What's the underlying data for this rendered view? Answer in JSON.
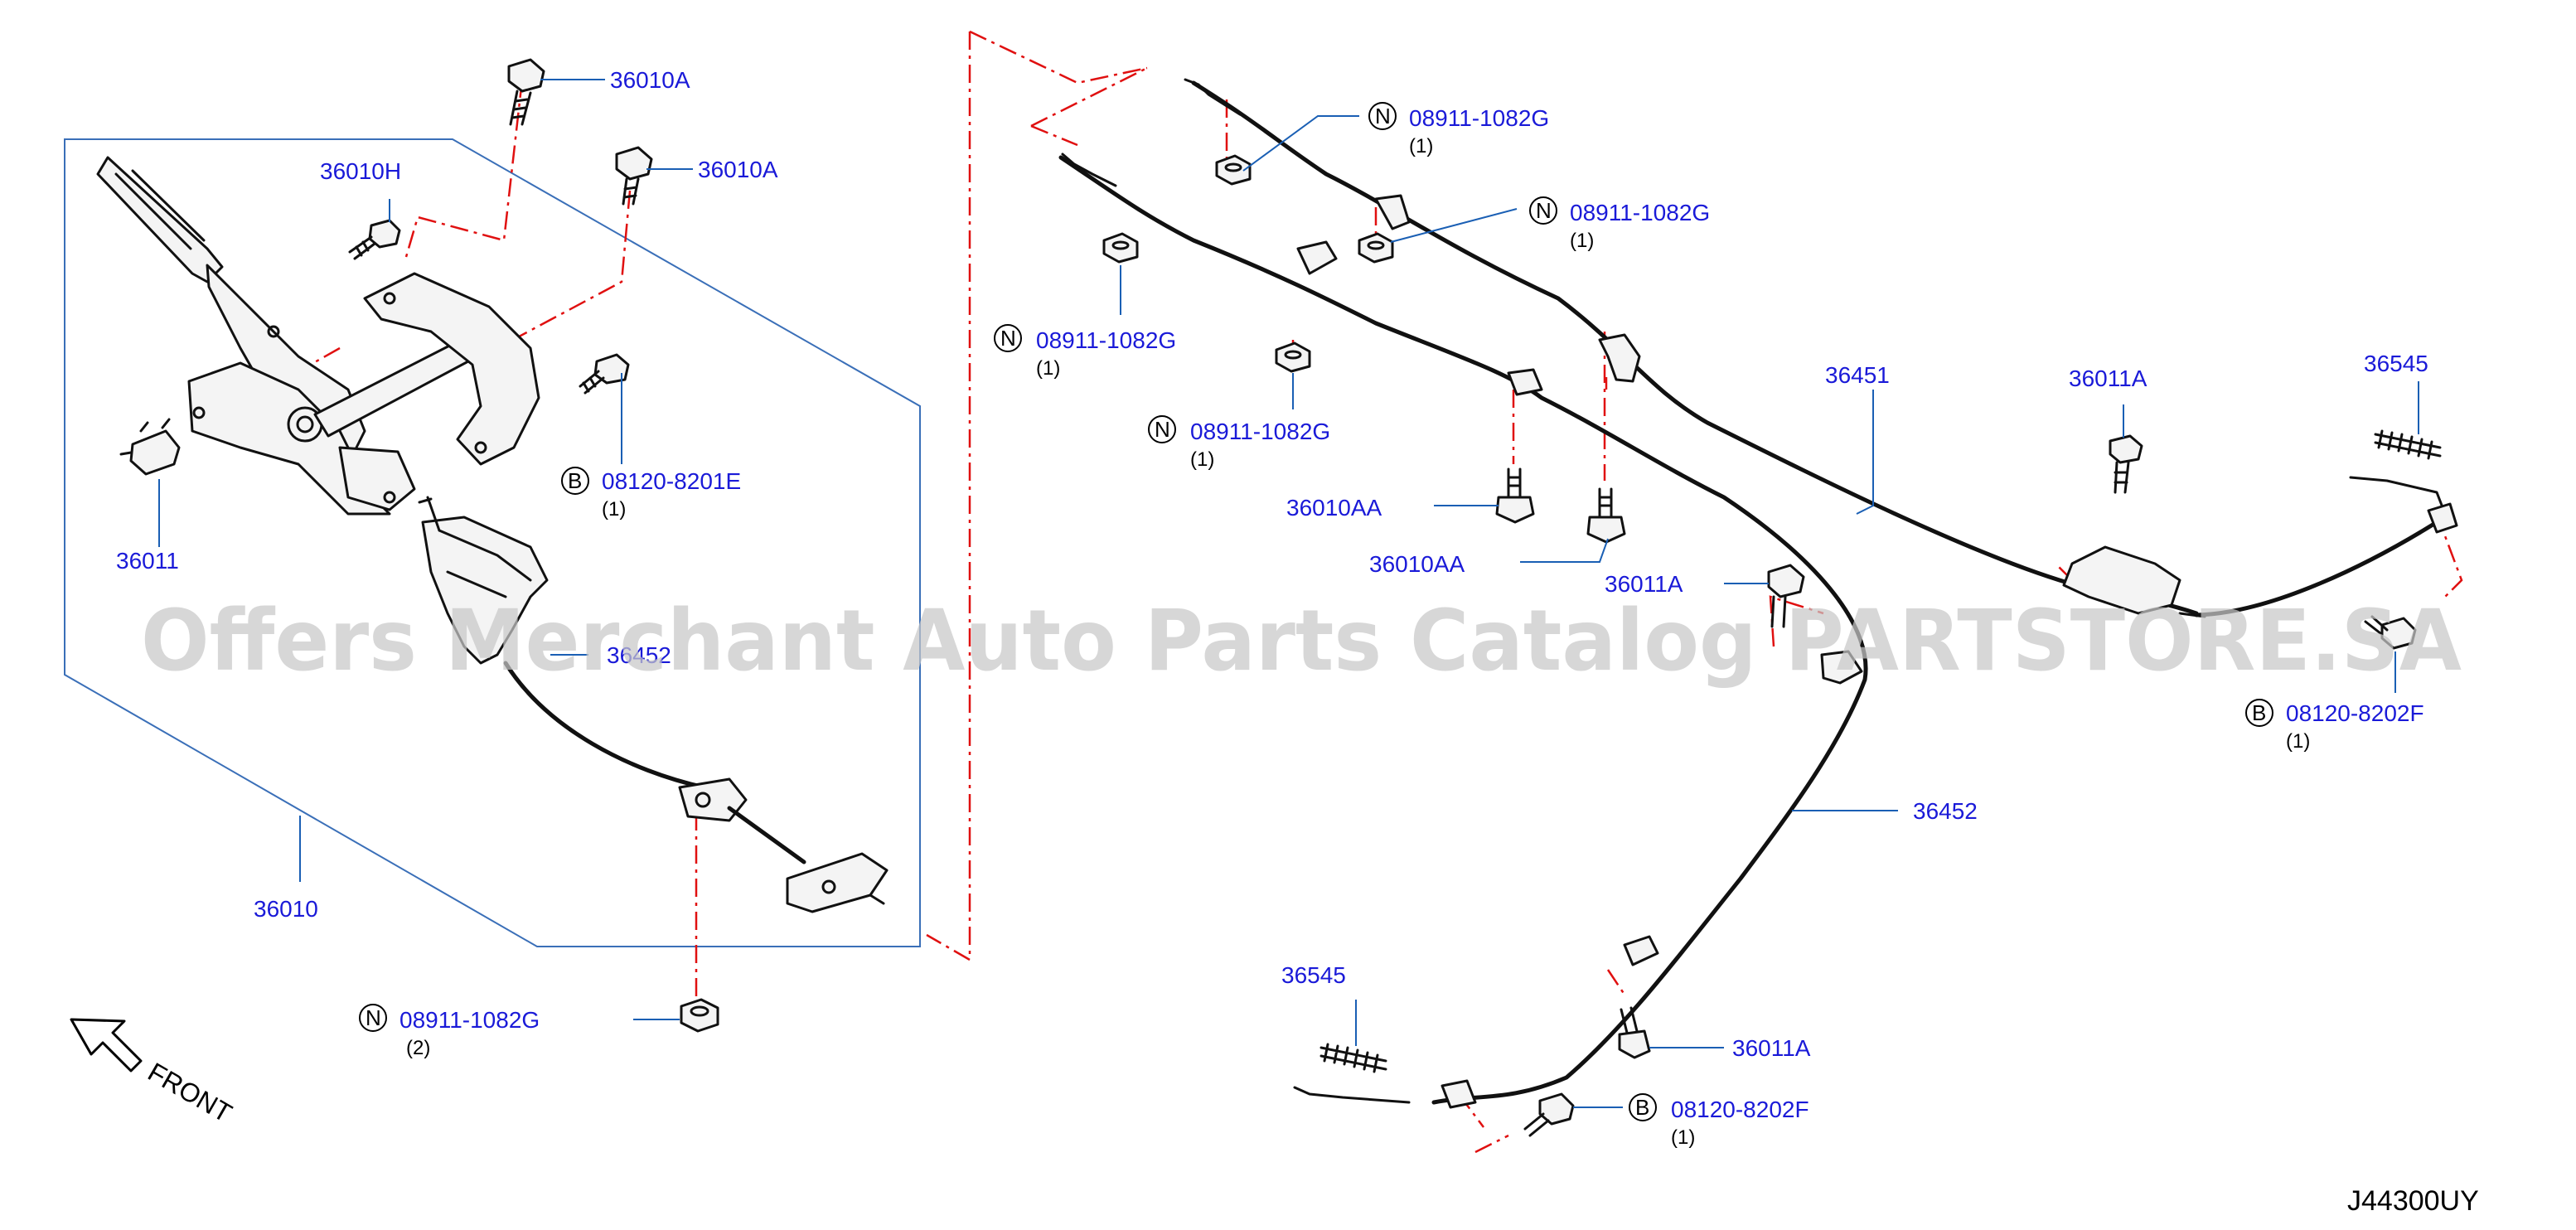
{
  "diagram": {
    "code": "J44300UY",
    "front_label": "FRONT",
    "watermark": "Offers Merchant Auto Parts Catalog PARTSTORE.SA"
  },
  "callouts": [
    {
      "id": "c1",
      "label": "36010A"
    },
    {
      "id": "c2",
      "label": "36010A"
    },
    {
      "id": "c3",
      "label": "36010H"
    },
    {
      "id": "c4",
      "label": "08120-8201E",
      "prefix": "B",
      "qty": "(1)"
    },
    {
      "id": "c5",
      "label": "36011"
    },
    {
      "id": "c6",
      "label": "36452"
    },
    {
      "id": "c7",
      "label": "36010"
    },
    {
      "id": "c8",
      "label": "08911-1082G",
      "prefix": "N",
      "qty": "(2)"
    },
    {
      "id": "c9",
      "label": "08911-1082G",
      "prefix": "N",
      "qty": "(1)"
    },
    {
      "id": "c10",
      "label": "08911-1082G",
      "prefix": "N",
      "qty": "(1)"
    },
    {
      "id": "c11",
      "label": "08911-1082G",
      "prefix": "N",
      "qty": "(1)"
    },
    {
      "id": "c12",
      "label": "08911-1082G",
      "prefix": "N",
      "qty": "(1)"
    },
    {
      "id": "c13",
      "label": "36010AA"
    },
    {
      "id": "c14",
      "label": "36010AA"
    },
    {
      "id": "c15",
      "label": "36011A"
    },
    {
      "id": "c16",
      "label": "36451"
    },
    {
      "id": "c17",
      "label": "36011A"
    },
    {
      "id": "c18",
      "label": "36545"
    },
    {
      "id": "c19",
      "label": "08120-8202F",
      "prefix": "B",
      "qty": "(1)"
    },
    {
      "id": "c20",
      "label": "36452"
    },
    {
      "id": "c21",
      "label": "36545"
    },
    {
      "id": "c22",
      "label": "36011A"
    },
    {
      "id": "c23",
      "label": "08120-8202F",
      "prefix": "B",
      "qty": "(1)"
    }
  ]
}
